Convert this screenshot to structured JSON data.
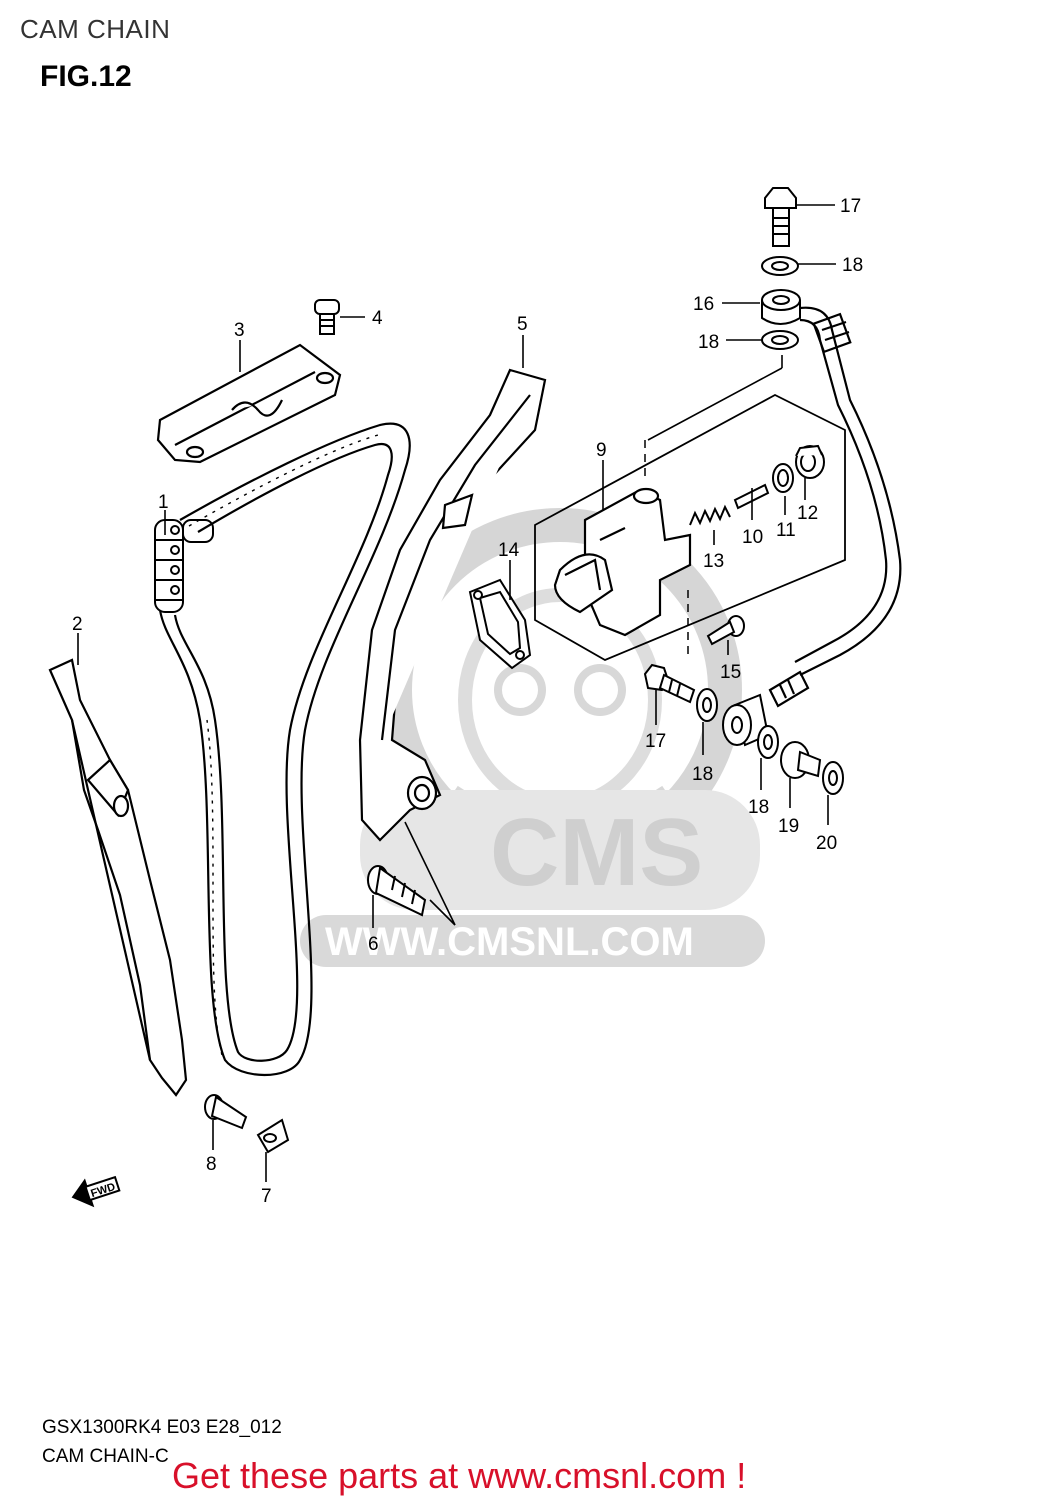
{
  "page": {
    "title": "CAM CHAIN",
    "figure": "FIG.12"
  },
  "watermark": {
    "brand": "CMS",
    "url": "WWW.CMSNL.COM",
    "color": "#c9c9c9"
  },
  "fwd_marker": "FWD",
  "callouts": {
    "p1": "1",
    "p2": "2",
    "p3": "3",
    "p4": "4",
    "p5": "5",
    "p6": "6",
    "p7": "7",
    "p8": "8",
    "p9": "9",
    "p10": "10",
    "p11": "11",
    "p12": "12",
    "p13": "13",
    "p14": "14",
    "p15": "15",
    "p16": "16",
    "p17a": "17",
    "p17b": "17",
    "p18a": "18",
    "p18b": "18",
    "p18c": "18",
    "p18d": "18",
    "p19": "19",
    "p20": "20"
  },
  "footer": {
    "model_code": "GSX1300RK4 E03 E28_012",
    "caption": "CAM CHAIN-C",
    "promo": "Get these parts at www.cmsnl.com !",
    "promo_color": "#d8102a"
  }
}
